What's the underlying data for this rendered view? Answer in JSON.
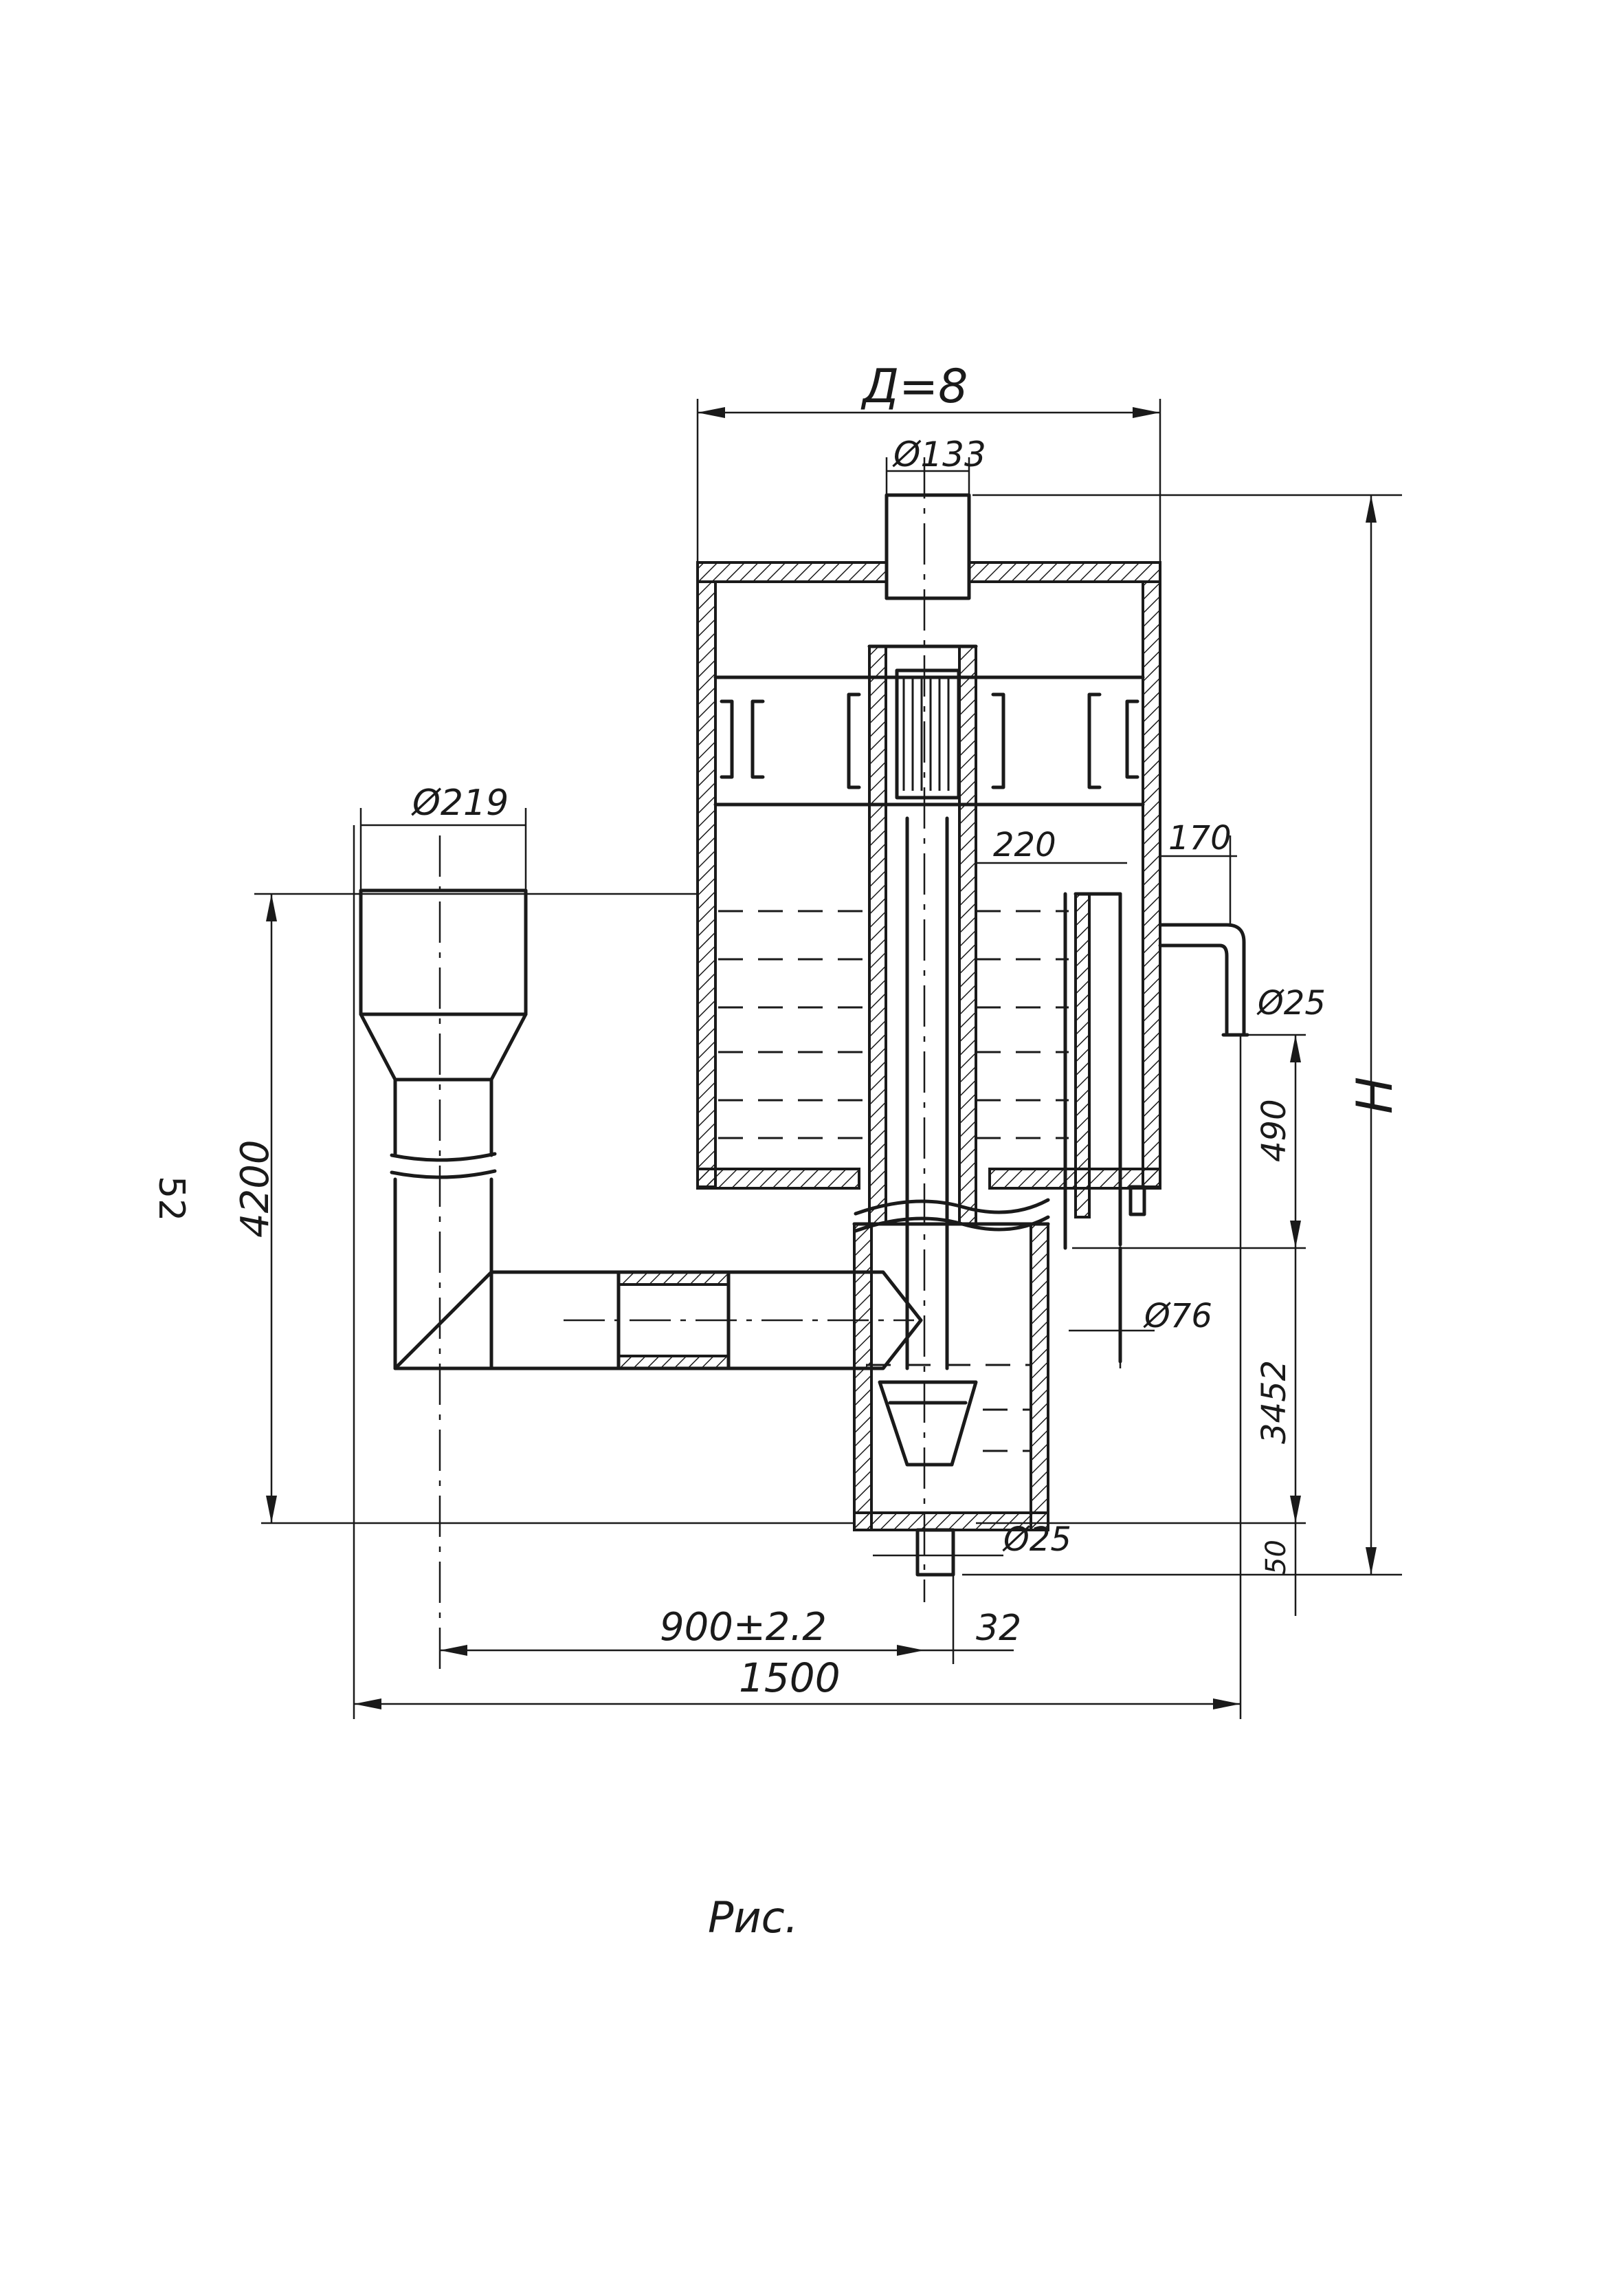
{
  "dimensions": {
    "overall_diameter": "Д=8",
    "top_nozzle_diameter": "Ø133",
    "inlet_pipe_diameter": "Ø219",
    "inner_offset_220": "220",
    "side_offset_170": "170",
    "side_pipe_diameter": "Ø25",
    "overall_height_symbol": "H",
    "vertical_490": "490",
    "gas_pipe_diameter": "Ø76",
    "vertical_3452": "3452",
    "bottom_drain_diameter": "Ø25",
    "vertical_50": "50",
    "left_height_4200": "4200",
    "horizontal_900": "900±2.2",
    "horizontal_32": "32",
    "overall_width_1500": "1500"
  },
  "page_number": "52",
  "caption": "Рис."
}
